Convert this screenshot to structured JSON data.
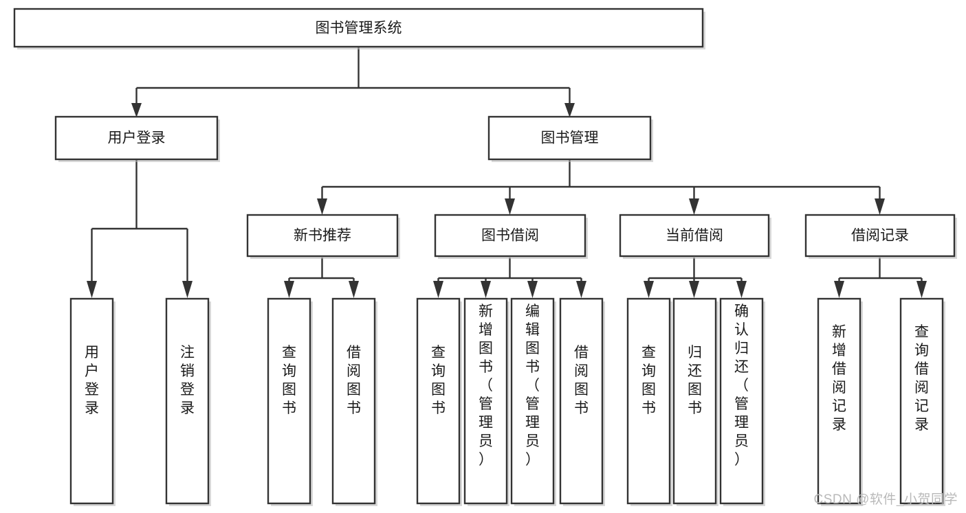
{
  "diagram": {
    "title": "图书管理系统",
    "type": "tree-hierarchy",
    "watermark": "CSDN @软件_小贺同学",
    "colors": {
      "stroke": "#333333",
      "box_fill": "#ffffff",
      "text": "#1a1a1a",
      "background": "#ffffff",
      "watermark": "#b9b9b9"
    },
    "levels": {
      "root": "图书管理系统",
      "level2": [
        "用户登录",
        "图书管理"
      ],
      "level3": [
        "新书推荐",
        "图书借阅",
        "当前借阅",
        "借阅记录"
      ]
    },
    "nodes": {
      "root": {
        "label": "图书管理系统",
        "orientation": "horizontal"
      },
      "user_login": {
        "label": "用户登录",
        "orientation": "horizontal"
      },
      "book_manage": {
        "label": "图书管理",
        "orientation": "horizontal"
      },
      "new_book_rec": {
        "label": "新书推荐",
        "orientation": "horizontal"
      },
      "book_borrow": {
        "label": "图书借阅",
        "orientation": "horizontal"
      },
      "current_borrow": {
        "label": "当前借阅",
        "orientation": "horizontal"
      },
      "borrow_record": {
        "label": "借阅记录",
        "orientation": "horizontal"
      },
      "leaf_user_login": {
        "label": "用户登录",
        "orientation": "vertical"
      },
      "leaf_logout": {
        "label": "注销登录",
        "orientation": "vertical"
      },
      "leaf_query_book_1": {
        "label": "查询图书",
        "orientation": "vertical"
      },
      "leaf_borrow_book_1": {
        "label": "借阅图书",
        "orientation": "vertical"
      },
      "leaf_query_book_2": {
        "label": "查询图书",
        "orientation": "vertical"
      },
      "leaf_add_book": {
        "label": "新增图书（管理员）",
        "orientation": "vertical"
      },
      "leaf_edit_book": {
        "label": "编辑图书（管理员）",
        "orientation": "vertical"
      },
      "leaf_borrow_book_2": {
        "label": "借阅图书",
        "orientation": "vertical"
      },
      "leaf_query_book_3": {
        "label": "查询图书",
        "orientation": "vertical"
      },
      "leaf_return_book": {
        "label": "归还图书",
        "orientation": "vertical"
      },
      "leaf_confirm_return": {
        "label": "确认归还（管理员）",
        "orientation": "vertical"
      },
      "leaf_add_record": {
        "label": "新增借阅记录",
        "orientation": "vertical"
      },
      "leaf_query_record": {
        "label": "查询借阅记录",
        "orientation": "vertical"
      }
    },
    "edges": [
      {
        "from": "图书管理系统",
        "to": "用户登录"
      },
      {
        "from": "图书管理系统",
        "to": "图书管理"
      },
      {
        "from": "用户登录",
        "to": "用户登录"
      },
      {
        "from": "用户登录",
        "to": "注销登录"
      },
      {
        "from": "图书管理",
        "to": "新书推荐"
      },
      {
        "from": "图书管理",
        "to": "图书借阅"
      },
      {
        "from": "图书管理",
        "to": "当前借阅"
      },
      {
        "from": "图书管理",
        "to": "借阅记录"
      },
      {
        "from": "新书推荐",
        "to": "查询图书"
      },
      {
        "from": "新书推荐",
        "to": "借阅图书"
      },
      {
        "from": "图书借阅",
        "to": "查询图书"
      },
      {
        "from": "图书借阅",
        "to": "新增图书（管理员）"
      },
      {
        "from": "图书借阅",
        "to": "编辑图书（管理员）"
      },
      {
        "from": "图书借阅",
        "to": "借阅图书"
      },
      {
        "from": "当前借阅",
        "to": "查询图书"
      },
      {
        "from": "当前借阅",
        "to": "归还图书"
      },
      {
        "from": "当前借阅",
        "to": "确认归还（管理员）"
      },
      {
        "from": "借阅记录",
        "to": "新增借阅记录"
      },
      {
        "from": "借阅记录",
        "to": "查询借阅记录"
      }
    ]
  }
}
